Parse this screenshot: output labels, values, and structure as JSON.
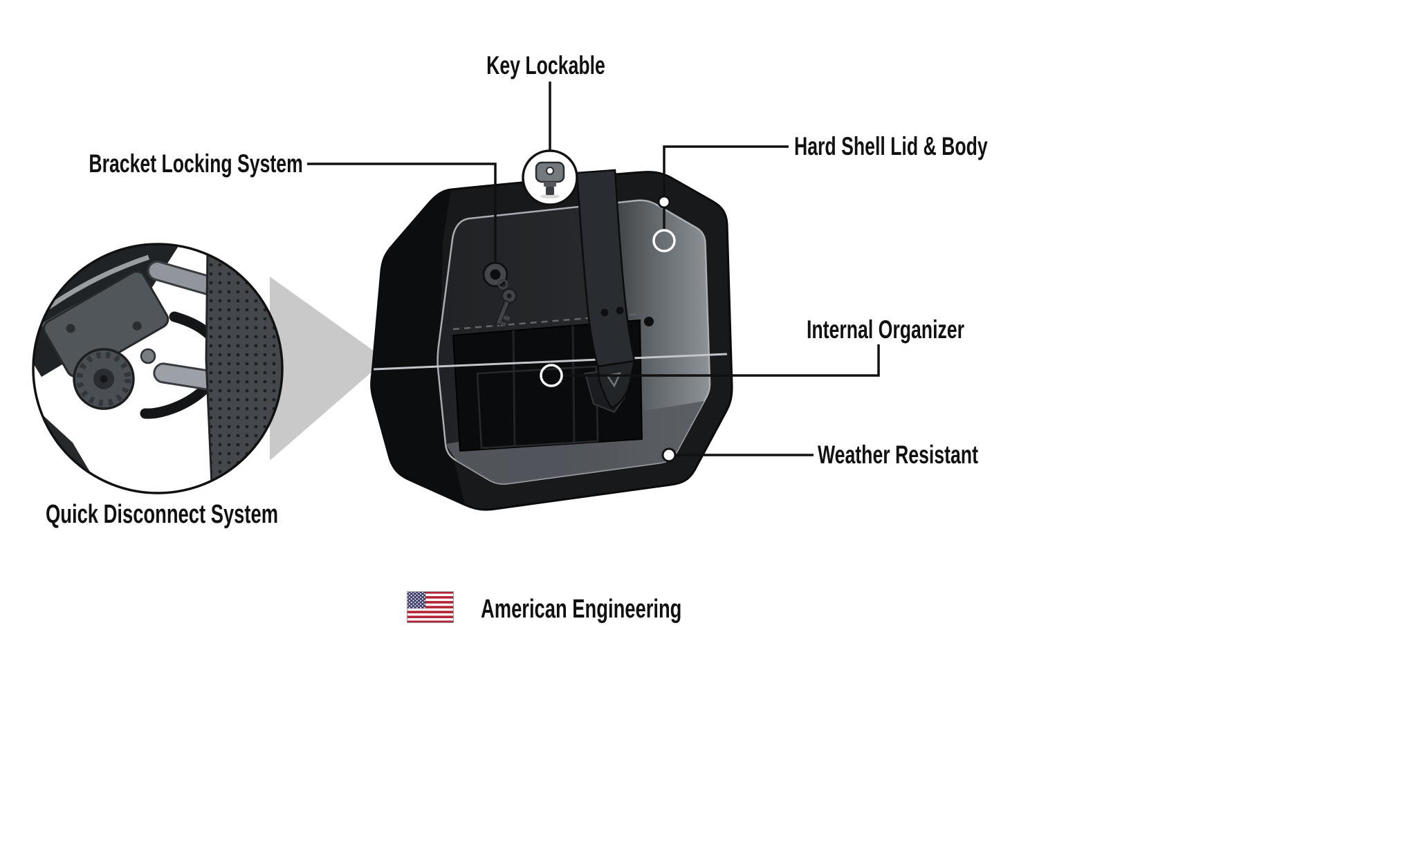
{
  "callouts": {
    "key_lockable": "Key Lockable",
    "bracket_locking_system": "Bracket Locking System",
    "hard_shell_lid_body": "Hard Shell Lid & Body",
    "internal_organizer": "Internal Organizer",
    "weather_resistant": "Weather Resistant",
    "quick_disconnect_system": "Quick Disconnect System"
  },
  "footer": {
    "text": "American Engineering",
    "flag_icon": "us-flag-icon"
  },
  "colors": {
    "background": "#ffffff",
    "line": "#111111",
    "text": "#111111",
    "bag_body": "#17191b",
    "bag_lid_gray": "#8e9398",
    "cone_gray": "#c9c9c9",
    "flag_red": "#B22234",
    "flag_blue": "#3C3B6E"
  }
}
